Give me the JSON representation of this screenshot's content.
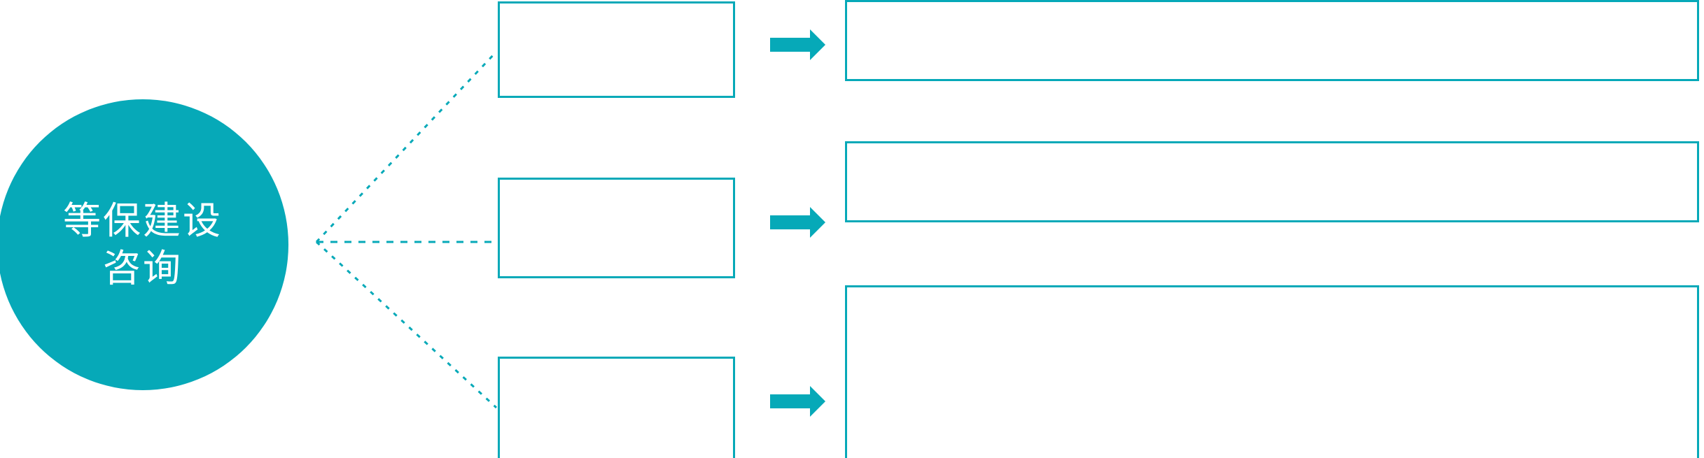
{
  "diagram": {
    "type": "hub-and-spoke-process",
    "accent_color": "#06A9B8",
    "background_color": "#FFFFFF",
    "text_color_on_accent": "#FFFFFF",
    "hub": {
      "label_line_1": "等保建设",
      "label_line_2": "咨询",
      "full_label": "等保建设咨询",
      "shape": "circle"
    },
    "connector": {
      "style": "dotted",
      "color": "#06A9B8",
      "branch_count": 3
    },
    "arrow": {
      "icon": "arrow-right-icon",
      "direction": "right",
      "color": "#06A9B8",
      "count": 3
    },
    "rows": [
      {
        "index": 1,
        "stage_label": "",
        "detail_label": ""
      },
      {
        "index": 2,
        "stage_label": "",
        "detail_label": ""
      },
      {
        "index": 3,
        "stage_label": "",
        "detail_label": ""
      }
    ]
  }
}
